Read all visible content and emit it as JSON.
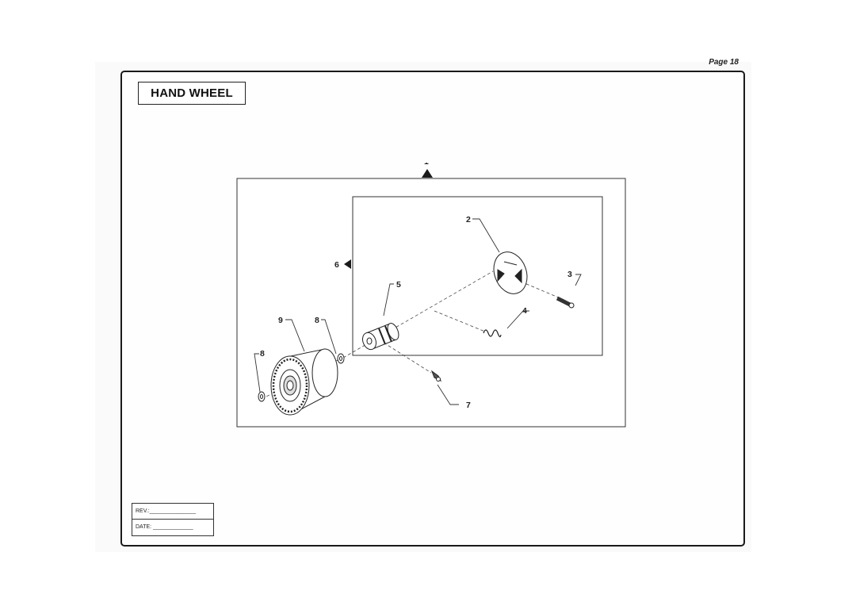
{
  "page": {
    "number_label": "Page 18"
  },
  "title": "HAND WHEEL",
  "revision_block": {
    "rev_label": "REV.:_______________",
    "date_label": "DATE: _____________"
  },
  "diagram": {
    "callouts": [
      {
        "id": "assembly",
        "text": "1"
      },
      {
        "id": "handle-disc",
        "text": "2"
      },
      {
        "id": "pin",
        "text": "3"
      },
      {
        "id": "spring",
        "text": "4"
      },
      {
        "id": "hub",
        "text": "5"
      },
      {
        "id": "subassembly",
        "text": "6"
      },
      {
        "id": "set-screw",
        "text": "7"
      },
      {
        "id": "washer-inner",
        "text": "8"
      },
      {
        "id": "washer-outer",
        "text": "8"
      },
      {
        "id": "wheel",
        "text": "9"
      }
    ]
  }
}
